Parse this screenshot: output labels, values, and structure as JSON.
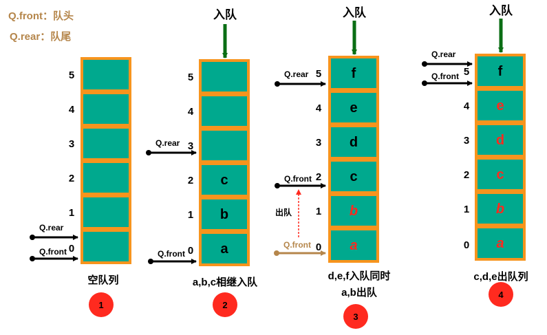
{
  "legend": {
    "front": "Q.front：队头",
    "rear": "Q.rear：队尾"
  },
  "colors": {
    "cell": "#00A98E",
    "border": "#F7941D",
    "removed": "#FF2A1F",
    "enqueue_arrow": "#0A6E14",
    "old_pointer": "#B5864B",
    "badge": "#FF2A1F",
    "text": "#000000"
  },
  "stacks": [
    {
      "indices": [
        "0",
        "1",
        "2",
        "3",
        "4",
        "5"
      ],
      "cells": [
        {
          "text": "",
          "removed": false
        },
        {
          "text": "",
          "removed": false
        },
        {
          "text": "",
          "removed": false
        },
        {
          "text": "",
          "removed": false
        },
        {
          "text": "",
          "removed": false
        },
        {
          "text": "",
          "removed": false
        }
      ],
      "enqueue_label": null,
      "caption": [
        "空队列"
      ],
      "step": "1",
      "pointers": [
        {
          "label": "Q.rear",
          "index": 0
        },
        {
          "label": "Q.front",
          "index": 0
        }
      ]
    },
    {
      "indices": [
        "0",
        "1",
        "2",
        "3",
        "4",
        "5"
      ],
      "cells": [
        {
          "text": "a",
          "removed": false
        },
        {
          "text": "b",
          "removed": false
        },
        {
          "text": "c",
          "removed": false
        },
        {
          "text": "",
          "removed": false
        },
        {
          "text": "",
          "removed": false
        },
        {
          "text": "",
          "removed": false
        }
      ],
      "enqueue_label": "入队",
      "caption": [
        "a,b,c相继入队"
      ],
      "step": "2",
      "pointers": [
        {
          "label": "Q.rear",
          "index": 3
        },
        {
          "label": "Q.front",
          "index": 0
        }
      ]
    },
    {
      "indices": [
        "0",
        "1",
        "2",
        "3",
        "4",
        "5"
      ],
      "cells": [
        {
          "text": "a",
          "removed": true
        },
        {
          "text": "b",
          "removed": true
        },
        {
          "text": "c",
          "removed": false
        },
        {
          "text": "d",
          "removed": false
        },
        {
          "text": "e",
          "removed": false
        },
        {
          "text": "f",
          "removed": false
        }
      ],
      "enqueue_label": "入队",
      "caption": [
        "d,e,f入队同时",
        "a,b出队"
      ],
      "step": "3",
      "pointers": [
        {
          "label": "Q.rear",
          "index": 5
        },
        {
          "label": "Q.front",
          "index": 2
        },
        {
          "label": "Q.front",
          "index": 0,
          "old": true
        }
      ],
      "dequeue_label": "出队"
    },
    {
      "indices": [
        "0",
        "1",
        "2",
        "3",
        "4",
        "5"
      ],
      "cells": [
        {
          "text": "a",
          "removed": true
        },
        {
          "text": "b",
          "removed": true
        },
        {
          "text": "c",
          "removed": true
        },
        {
          "text": "d",
          "removed": true
        },
        {
          "text": "e",
          "removed": true
        },
        {
          "text": "f",
          "removed": false
        }
      ],
      "enqueue_label": "入队",
      "caption": [
        "c,d,e出队列"
      ],
      "step": "4",
      "pointers": [
        {
          "label": "Q.rear",
          "index": 5
        },
        {
          "label": "Q.front",
          "index": 5
        }
      ]
    }
  ]
}
